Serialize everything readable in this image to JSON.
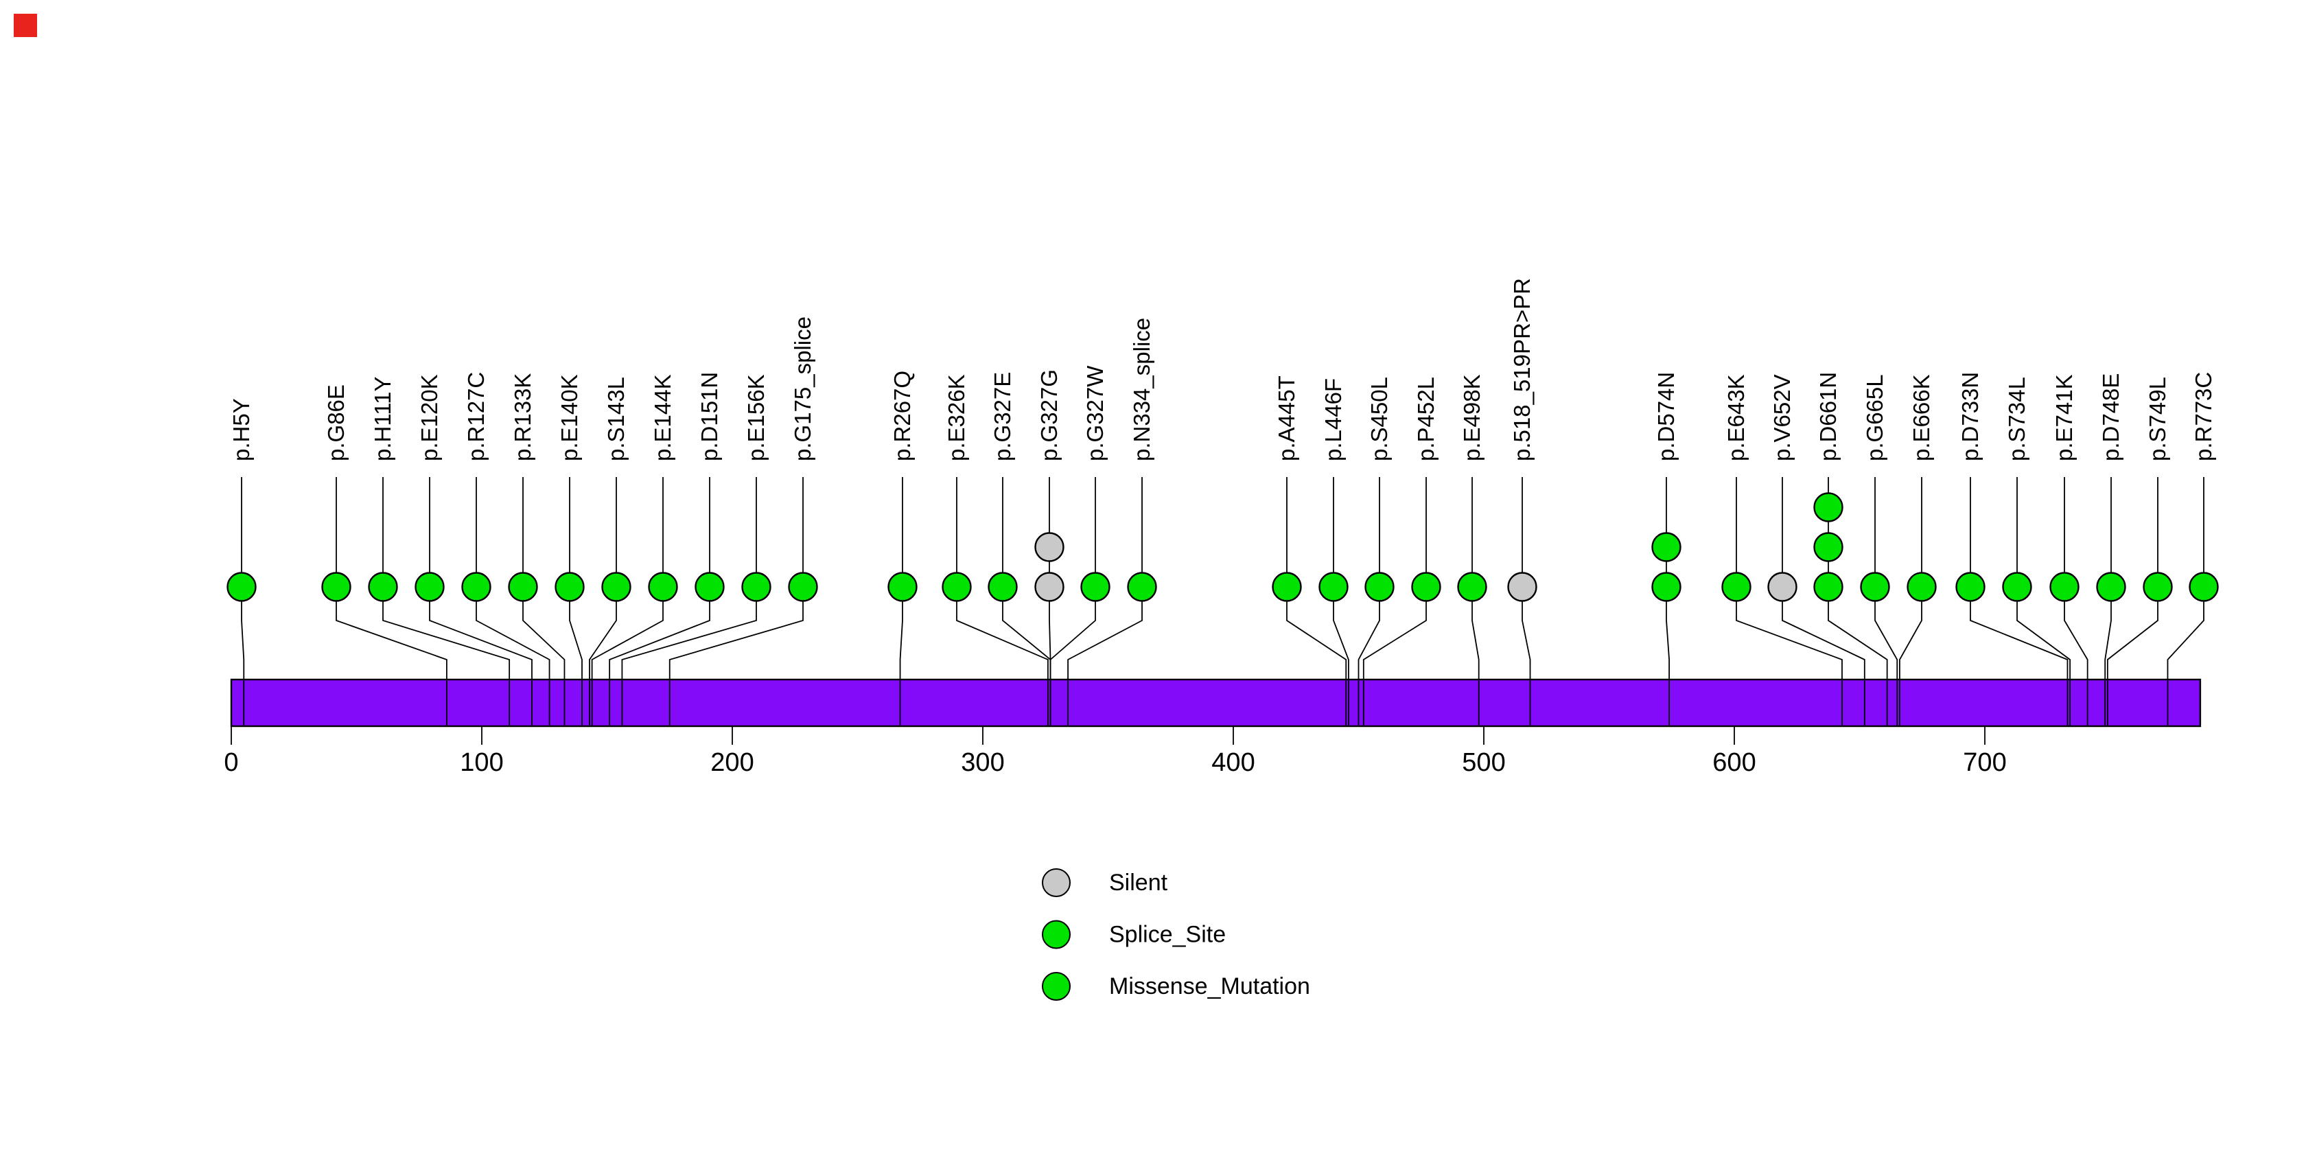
{
  "decoration": {
    "corner_marker_color": "#E8231E"
  },
  "chart_data": {
    "type": "lollipop",
    "title": "",
    "xlabel": "",
    "axis": {
      "tick_values": [
        0,
        100,
        200,
        300,
        400,
        500,
        600,
        700
      ],
      "min": 0,
      "max": 786
    },
    "protein_length": 786,
    "protein_bar_color": "#840AFA",
    "mutation_classes": [
      {
        "name": "Silent",
        "color": "#C9C9C9"
      },
      {
        "name": "Splice_Site",
        "color": "#00E300"
      },
      {
        "name": "Missense_Mutation",
        "color": "#00E300"
      }
    ],
    "mutations": [
      {
        "label": "p.H5Y",
        "position": 5,
        "count": 1,
        "class": "Missense_Mutation",
        "col": 352
      },
      {
        "label": "p.G86E",
        "position": 86,
        "count": 1,
        "class": "Missense_Mutation",
        "col": 490
      },
      {
        "label": "p.H111Y",
        "position": 111,
        "count": 1,
        "class": "Missense_Mutation",
        "col": 558
      },
      {
        "label": "p.E120K",
        "position": 120,
        "count": 1,
        "class": "Missense_Mutation",
        "col": 626
      },
      {
        "label": "p.R127C",
        "position": 127,
        "count": 1,
        "class": "Missense_Mutation",
        "col": 694
      },
      {
        "label": "p.R133K",
        "position": 133,
        "count": 1,
        "class": "Missense_Mutation",
        "col": 762
      },
      {
        "label": "p.E140K",
        "position": 140,
        "count": 1,
        "class": "Missense_Mutation",
        "col": 830
      },
      {
        "label": "p.S143L",
        "position": 143,
        "count": 1,
        "class": "Missense_Mutation",
        "col": 898
      },
      {
        "label": "p.E144K",
        "position": 144,
        "count": 1,
        "class": "Missense_Mutation",
        "col": 966
      },
      {
        "label": "p.D151N",
        "position": 151,
        "count": 1,
        "class": "Missense_Mutation",
        "col": 1034
      },
      {
        "label": "p.E156K",
        "position": 156,
        "count": 1,
        "class": "Missense_Mutation",
        "col": 1102
      },
      {
        "label": "p.G175_splice",
        "position": 175,
        "count": 1,
        "class": "Splice_Site",
        "col": 1170
      },
      {
        "label": "p.R267Q",
        "position": 267,
        "count": 1,
        "class": "Missense_Mutation",
        "col": 1315
      },
      {
        "label": "p.E326K",
        "position": 326,
        "count": 1,
        "class": "Missense_Mutation",
        "col": 1394
      },
      {
        "label": "p.G327E",
        "position": 327,
        "count": 1,
        "class": "Missense_Mutation",
        "col": 1461
      },
      {
        "label": "p.G327G",
        "position": 327,
        "count": 2,
        "class": "Silent",
        "col": 1529
      },
      {
        "label": "p.G327W",
        "position": 327,
        "count": 1,
        "class": "Missense_Mutation",
        "col": 1596
      },
      {
        "label": "p.N334_splice",
        "position": 334,
        "count": 1,
        "class": "Splice_Site",
        "col": 1664
      },
      {
        "label": "p.A445T",
        "position": 445,
        "count": 1,
        "class": "Missense_Mutation",
        "col": 1875
      },
      {
        "label": "p.L446F",
        "position": 446,
        "count": 1,
        "class": "Missense_Mutation",
        "col": 1943
      },
      {
        "label": "p.S450L",
        "position": 450,
        "count": 1,
        "class": "Missense_Mutation",
        "col": 2010
      },
      {
        "label": "p.P452L",
        "position": 452,
        "count": 1,
        "class": "Missense_Mutation",
        "col": 2078
      },
      {
        "label": "p.E498K",
        "position": 498,
        "count": 1,
        "class": "Missense_Mutation",
        "col": 2145
      },
      {
        "label": "p.518_519PR>PR",
        "position": 518.5,
        "count": 1,
        "class": "Silent",
        "col": 2218
      },
      {
        "label": "p.D574N",
        "position": 574,
        "count": 2,
        "class": "Missense_Mutation",
        "col": 2428
      },
      {
        "label": "p.E643K",
        "position": 643,
        "count": 1,
        "class": "Missense_Mutation",
        "col": 2530
      },
      {
        "label": "p.V652V",
        "position": 652,
        "count": 1,
        "class": "Silent",
        "col": 2597
      },
      {
        "label": "p.D661N",
        "position": 661,
        "count": 3,
        "class": "Missense_Mutation",
        "col": 2664
      },
      {
        "label": "p.G665L",
        "position": 665,
        "count": 1,
        "class": "Missense_Mutation",
        "col": 2732
      },
      {
        "label": "p.E666K",
        "position": 666,
        "count": 1,
        "class": "Missense_Mutation",
        "col": 2800
      },
      {
        "label": "p.D733N",
        "position": 733,
        "count": 1,
        "class": "Missense_Mutation",
        "col": 2871
      },
      {
        "label": "p.S734L",
        "position": 734,
        "count": 1,
        "class": "Missense_Mutation",
        "col": 2939
      },
      {
        "label": "p.E741K",
        "position": 741,
        "count": 1,
        "class": "Missense_Mutation",
        "col": 3008
      },
      {
        "label": "p.D748E",
        "position": 748,
        "count": 1,
        "class": "Missense_Mutation",
        "col": 3076
      },
      {
        "label": "p.S749L",
        "position": 749,
        "count": 1,
        "class": "Missense_Mutation",
        "col": 3144
      },
      {
        "label": "p.R773C",
        "position": 773,
        "count": 1,
        "class": "Missense_Mutation",
        "col": 3211
      }
    ]
  },
  "legend": {
    "items": [
      {
        "label": "Silent",
        "color": "#C9C9C9"
      },
      {
        "label": "Splice_Site",
        "color": "#00E300"
      },
      {
        "label": "Missense_Mutation",
        "color": "#00E300"
      }
    ]
  }
}
